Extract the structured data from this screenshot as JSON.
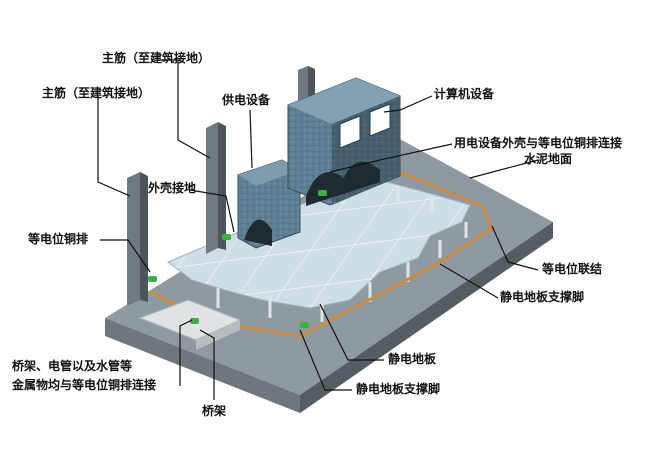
{
  "labels": {
    "main_rebar_top": "主筋（至建筑接地）",
    "main_rebar_left": "主筋（至建筑接地）",
    "power_equipment": "供电设备",
    "computer_equipment": "计算机设备",
    "housing_bonding": "用电设备外壳与等电位铜排连接",
    "cement_floor": "水泥地面",
    "housing_ground": "外壳接地",
    "equipotential_bar": "等电位铜排",
    "equipotential_link": "等电位联结",
    "antistatic_support_right": "静电地板支撑脚",
    "antistatic_floor": "静电地板",
    "antistatic_support_bottom": "静电地板支撑脚",
    "tray_bonding_line1": "桥架、电管以及水管等",
    "tray_bonding_line2": "金属物均与等电位铜排连接",
    "cable_tray": "桥架"
  },
  "colors": {
    "slab_top": "#8f9aa0",
    "slab_side": "#5d666b",
    "floor_tile": "#cfdde6",
    "cabinet": "#5f7f93",
    "copper": "#c98c4a",
    "green_clamp": "#3fae49"
  }
}
